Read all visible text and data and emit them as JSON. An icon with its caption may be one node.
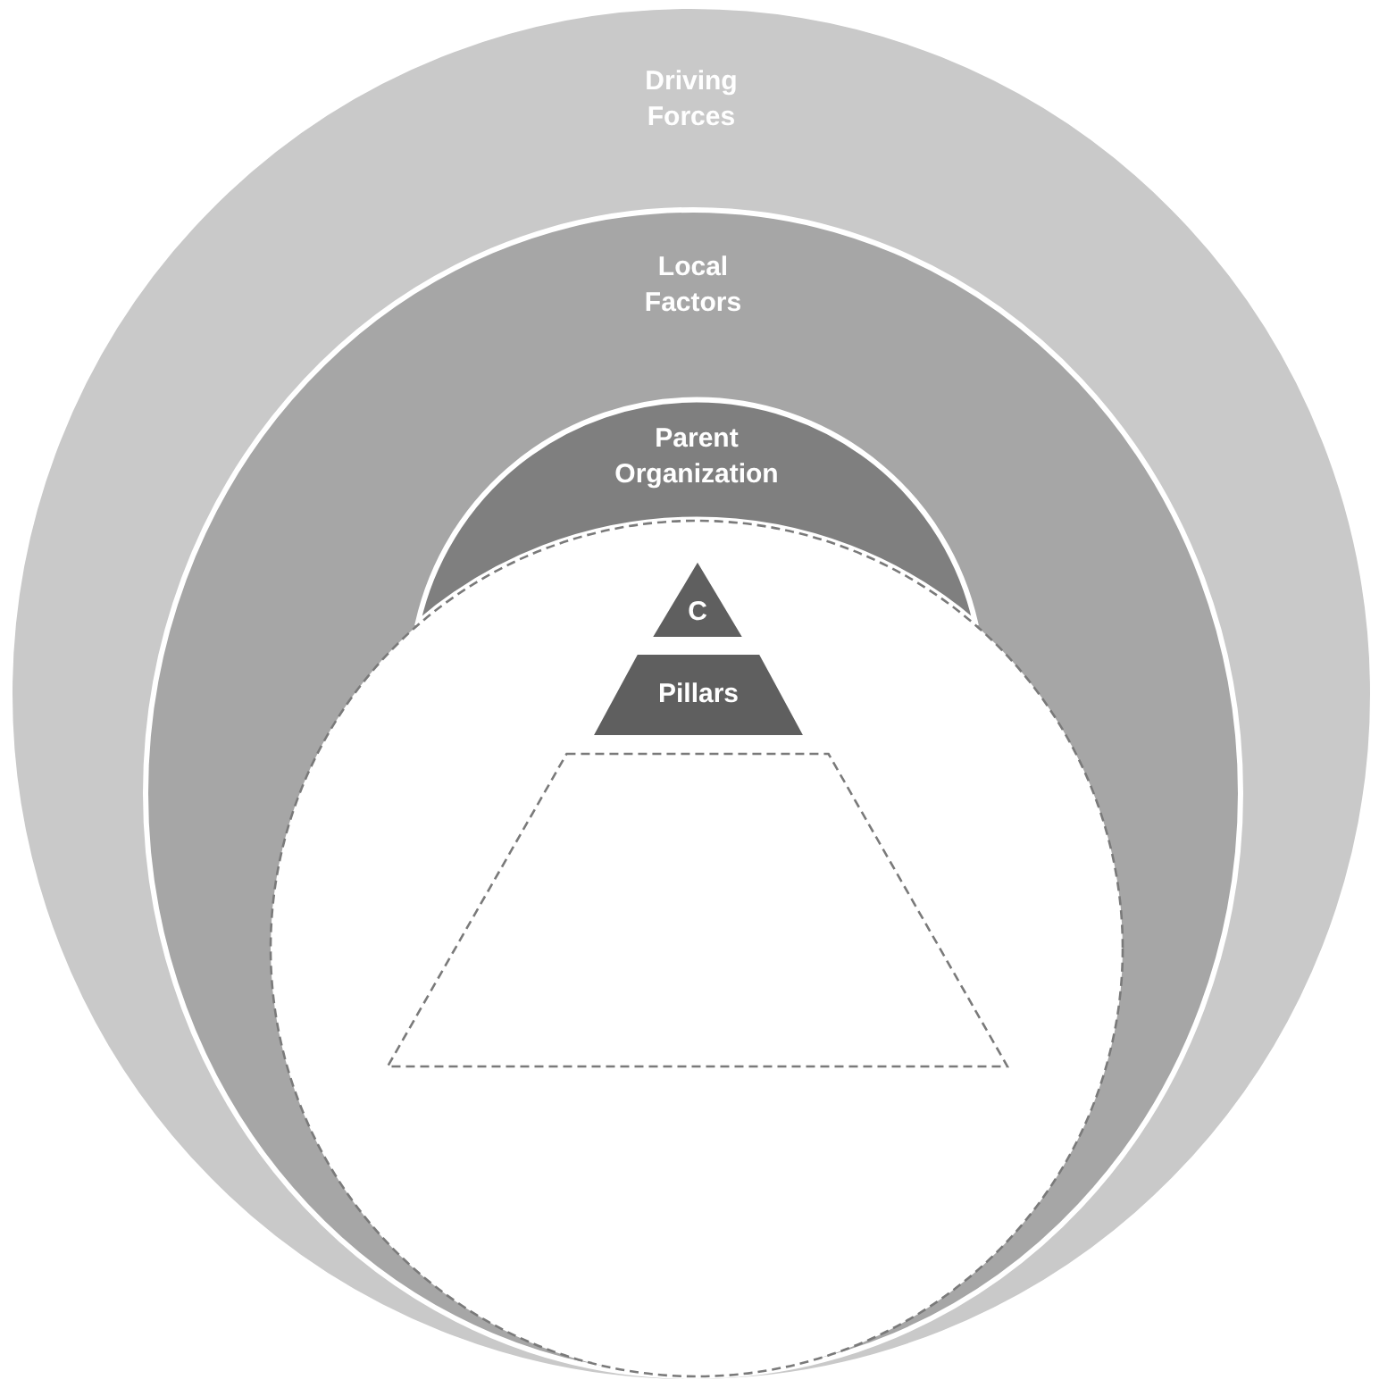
{
  "diagram": {
    "nodes": [
      {
        "text": [
          "Driving Forces"
        ]
      },
      {
        "text": [
          "Local Factors"
        ],
        "in": 0
      },
      {
        "text": [
          "Parent Organization"
        ],
        "in": 1
      },
      {
        "text": [],
        "shape": "circle",
        "in": 1
      },
      {
        "text": [
          "C"
        ],
        "in": 3
      },
      {
        "text": [
          "Pillars"
        ],
        "in": 3
      },
      {
        "text": [],
        "shape": "trapezoid",
        "in": 3
      }
    ]
  }
}
